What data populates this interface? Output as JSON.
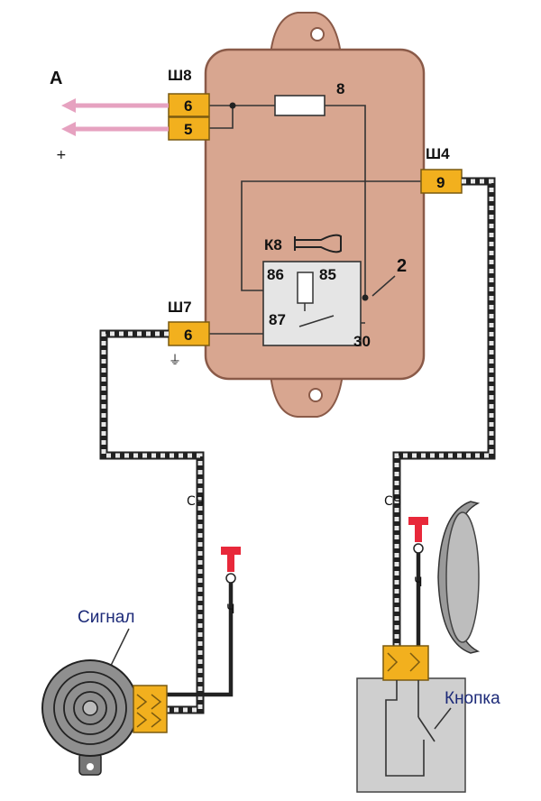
{
  "labels": {
    "a": "А",
    "plus": "+",
    "sh8": "Ш8",
    "sh4": "Ш4",
    "sh7": "Ш7",
    "k8": "К8",
    "fuse": "8",
    "marker2": "2",
    "sch_left": "СЧ",
    "sch_right": "СЧ",
    "ch_left": "Ч",
    "ch_right": "Ч",
    "t_left": "Т",
    "t_right": "Т",
    "signal": "Сигнал",
    "knopka": "Кнопка",
    "ground_sym": "⏚"
  },
  "pins": {
    "sh8_top": "6",
    "sh8_bottom": "5",
    "sh4": "9",
    "sh7": "6"
  },
  "relay_pins": {
    "p86": "86",
    "p85": "85",
    "p87": "87",
    "p30": "30"
  },
  "colors": {
    "block": "#d8a690",
    "block_edge": "#8a5a48",
    "connector": "#f2b01e",
    "wire_pink": "#e6a2c0"
  }
}
